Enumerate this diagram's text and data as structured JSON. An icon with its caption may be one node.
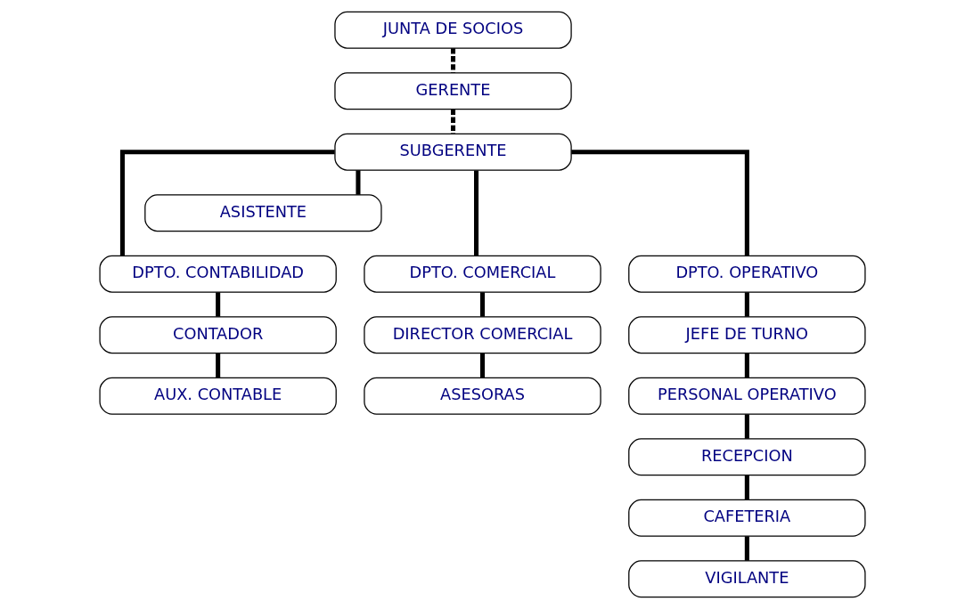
{
  "diagram": {
    "nodes": [
      {
        "text": [
          "JUNTA DE SOCIOS"
        ]
      },
      {
        "text": [
          "GERENTE"
        ]
      },
      {
        "text": [
          "SUBGERENTE"
        ]
      },
      {
        "text": [
          "ASISTENTE"
        ]
      },
      {
        "text": [
          "DPTO. CONTABILIDAD"
        ]
      },
      {
        "text": [
          "DPTO. COMERCIAL"
        ]
      },
      {
        "text": [
          "DPTO. OPERATIVO"
        ]
      },
      {
        "text": [
          "CONTADOR"
        ]
      },
      {
        "text": [
          "DIRECTOR COMERCIAL"
        ]
      },
      {
        "text": [
          "JEFE DE TURNO"
        ]
      },
      {
        "text": [
          "AUX. CONTABLE"
        ]
      },
      {
        "text": [
          "ASESORAS"
        ]
      },
      {
        "text": [
          "PERSONAL OPERATIVO"
        ]
      },
      {
        "text": [
          "RECEPCION"
        ]
      },
      {
        "text": [
          "CAFETERIA"
        ]
      },
      {
        "text": [
          "VIGILANTE"
        ]
      }
    ],
    "edges": [
      {
        "from": 0,
        "to": 1,
        "arrow": "none",
        "style": "dashed"
      },
      {
        "from": 1,
        "to": 2,
        "arrow": "none",
        "style": "dashed"
      },
      {
        "from": 2,
        "to": 3,
        "arrow": "none"
      },
      {
        "from": 2,
        "to": 4,
        "arrow": "none"
      },
      {
        "from": 2,
        "to": 5,
        "arrow": "none"
      },
      {
        "from": 2,
        "to": 6,
        "arrow": "none"
      },
      {
        "from": 4,
        "to": 7,
        "arrow": "none"
      },
      {
        "from": 7,
        "to": 10,
        "arrow": "none"
      },
      {
        "from": 5,
        "to": 8,
        "arrow": "none"
      },
      {
        "from": 8,
        "to": 11,
        "arrow": "none"
      },
      {
        "from": 6,
        "to": 9,
        "arrow": "none"
      },
      {
        "from": 9,
        "to": 12,
        "arrow": "none"
      },
      {
        "from": 12,
        "to": 13,
        "arrow": "none"
      },
      {
        "from": 13,
        "to": 14,
        "arrow": "none"
      },
      {
        "from": 14,
        "to": 15,
        "arrow": "none"
      }
    ]
  }
}
